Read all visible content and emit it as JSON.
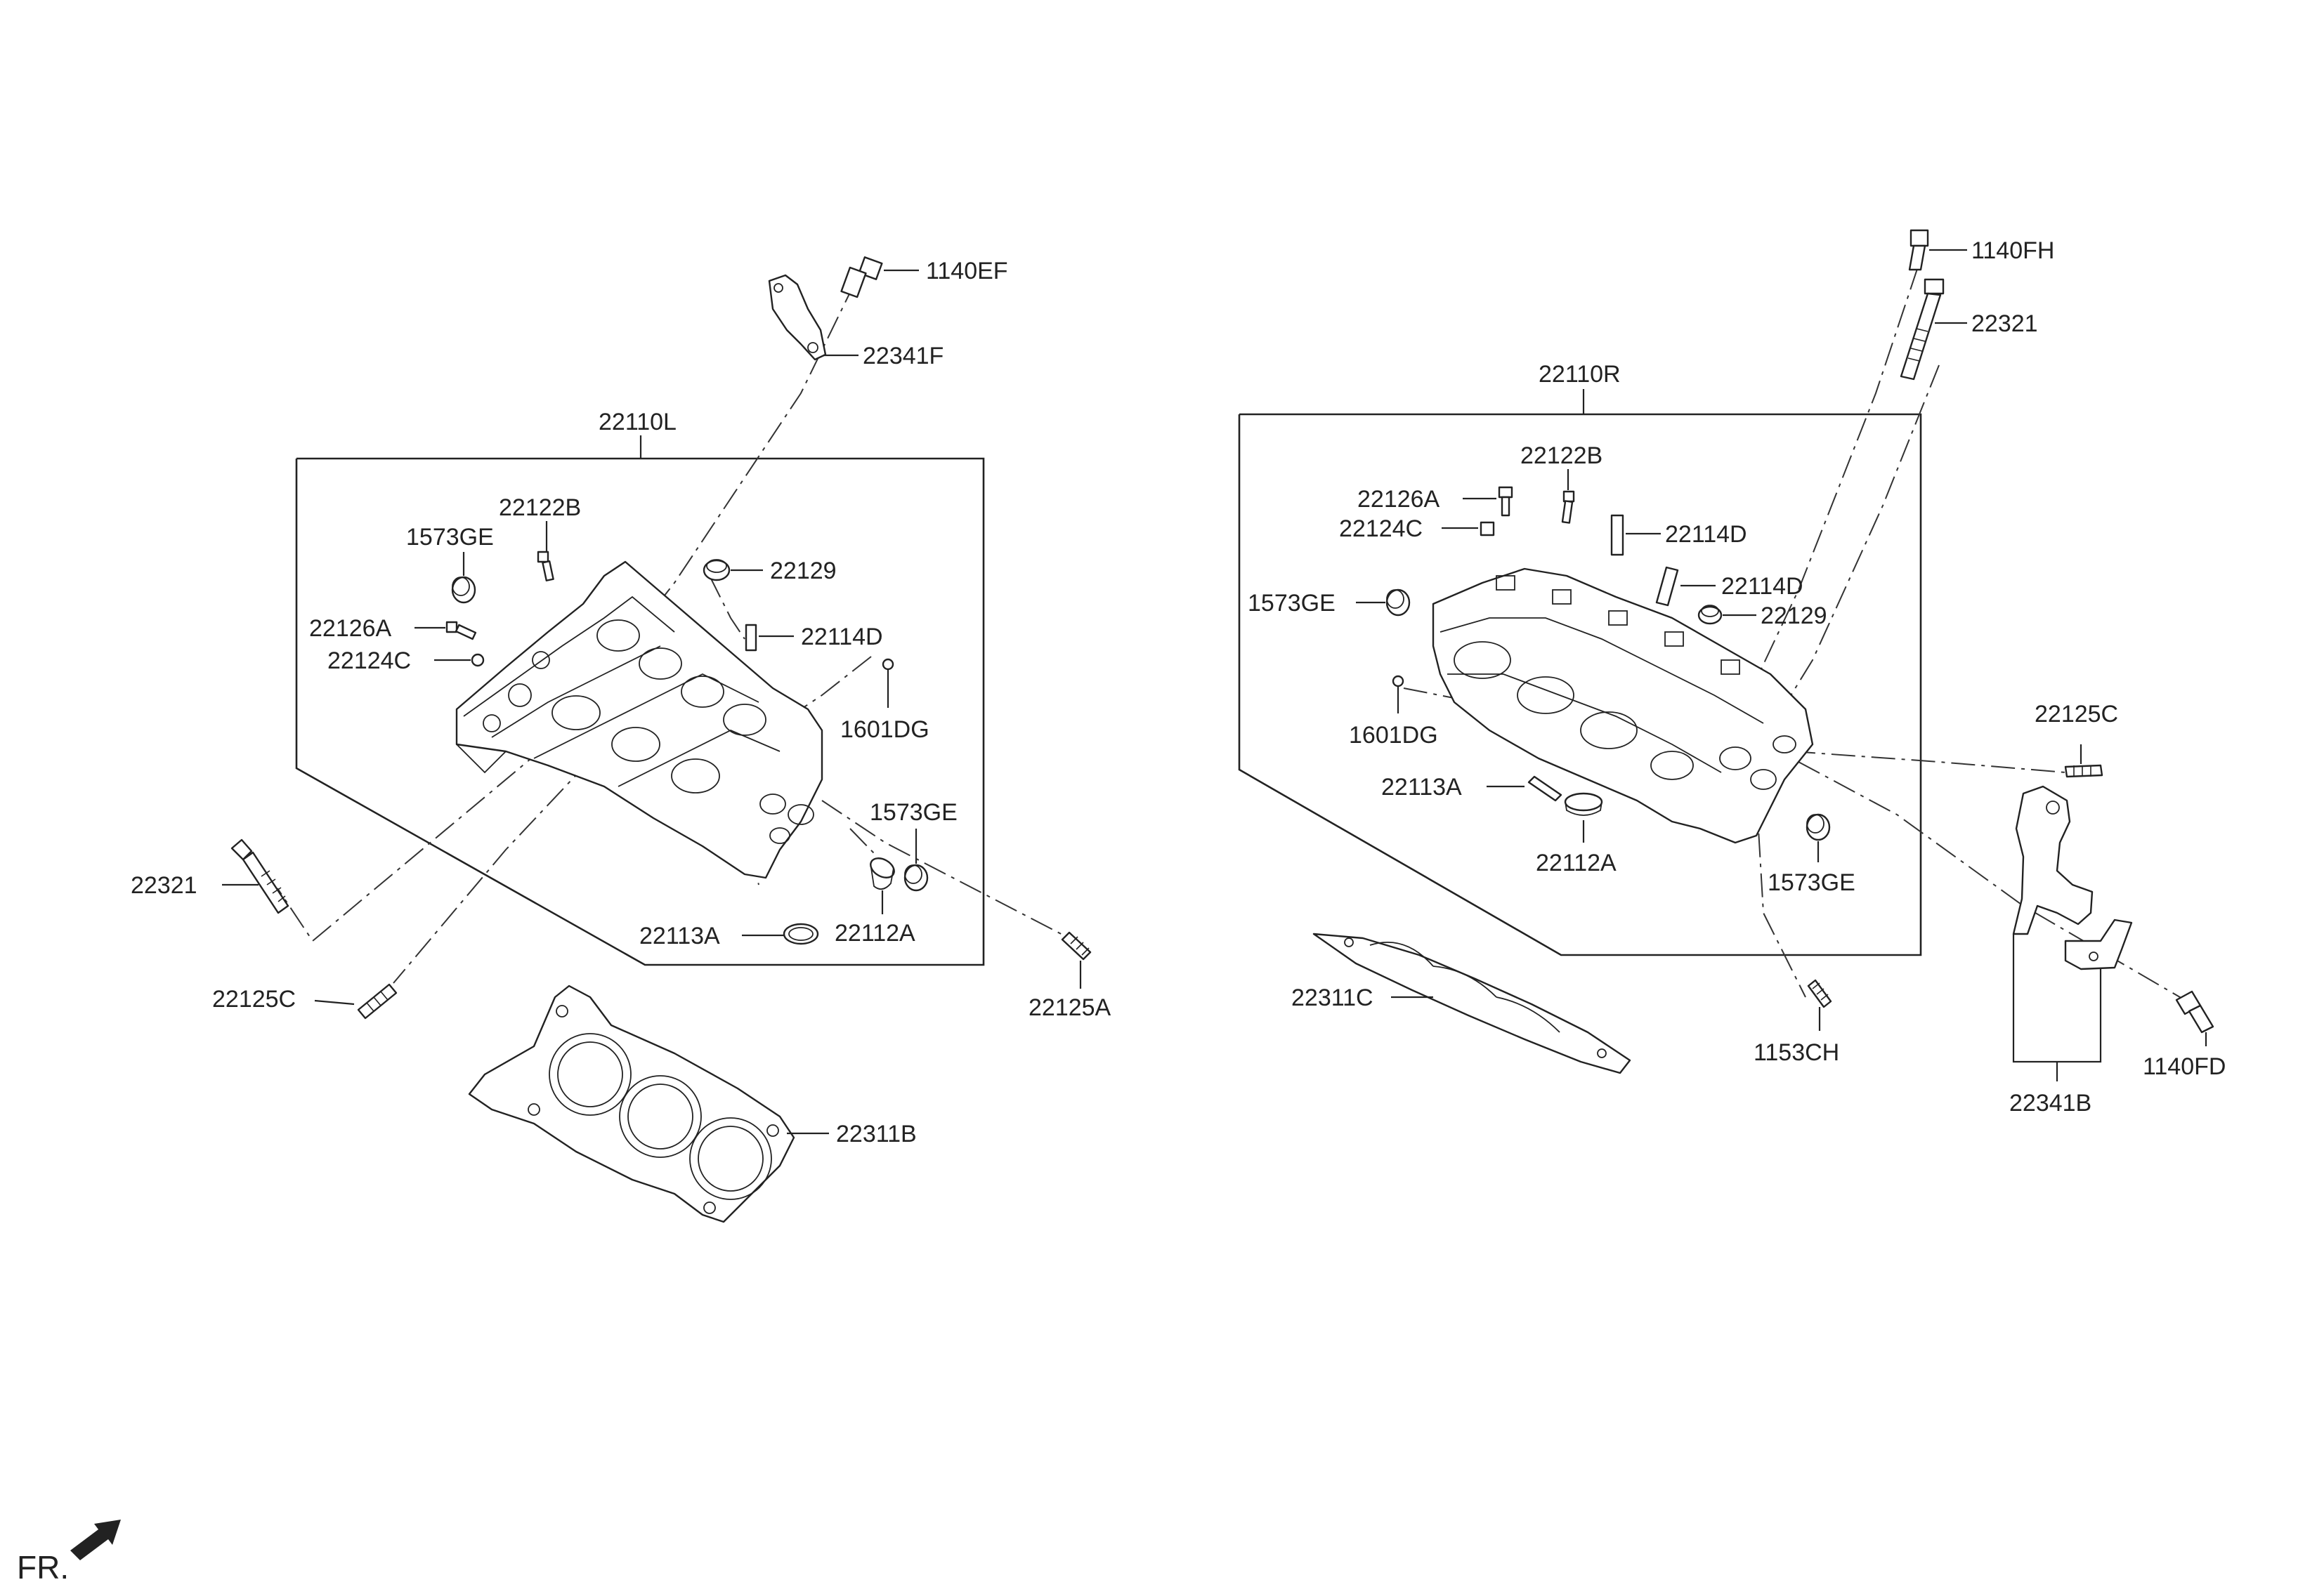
{
  "labels": {
    "l_1140EF": "1140EF",
    "l_22341F": "22341F",
    "l_22110L": "22110L",
    "l_22122B_left": "22122B",
    "l_1573GE_left_top": "1573GE",
    "l_22129_left": "22129",
    "l_22126A_left": "22126A",
    "l_22124C_left": "22124C",
    "l_22114D_left": "22114D",
    "l_1601DG_left": "1601DG",
    "l_1573GE_left_bottom": "1573GE",
    "l_22321_left": "22321",
    "l_22113A_left": "22113A",
    "l_22112A_left": "22112A",
    "l_22125C_left": "22125C",
    "l_22125A": "22125A",
    "l_22311B": "22311B",
    "l_1140FH": "1140FH",
    "l_22321_right": "22321",
    "l_22110R": "22110R",
    "l_22122B_right": "22122B",
    "l_22126A_right": "22126A",
    "l_22124C_right": "22124C",
    "l_22114D_right_1": "22114D",
    "l_22114D_right_2": "22114D",
    "l_1573GE_right_top": "1573GE",
    "l_22129_right": "22129",
    "l_1601DG_right": "1601DG",
    "l_22113A_right": "22113A",
    "l_22112A_right": "22112A",
    "l_1573GE_right_bottom": "1573GE",
    "l_22125C_right": "22125C",
    "l_22311C": "22311C",
    "l_1153CH": "1153CH",
    "l_1140FD": "1140FD",
    "l_22341B": "22341B"
  },
  "orientation": {
    "label": "FR.",
    "icon": "arrow-icon"
  }
}
